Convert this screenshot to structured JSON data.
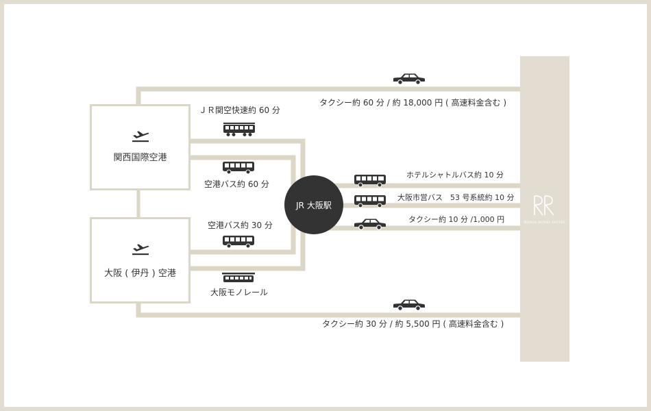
{
  "airports": {
    "kansai": {
      "name": "関西国際空港",
      "icon": "airplane-departure-icon"
    },
    "itami": {
      "name": "大阪 ( 伊丹 ) 空港",
      "icon": "airplane-departure-icon"
    }
  },
  "hub": {
    "name": "JR 大阪駅"
  },
  "hotel": {
    "logo_text": "RIHGA ROYAL HOTEL",
    "logo_mark": "RR-monogram-logo"
  },
  "routes": {
    "kansai_taxi": {
      "label": "タクシー約 60 分 / 約 18,000 円 ( 高速料金含む )",
      "icon": "taxi-icon"
    },
    "kansai_jr": {
      "label": "ＪＲ関空快速約 60 分",
      "icon": "train-icon"
    },
    "kansai_bus": {
      "label": "空港バス約 60 分",
      "icon": "bus-icon"
    },
    "itami_bus": {
      "label": "空港バス約 30 分",
      "icon": "bus-icon"
    },
    "itami_monorail": {
      "label": "大阪モノレール",
      "icon": "monorail-icon"
    },
    "itami_taxi": {
      "label": "タクシー約 30 分 / 約 5,500 円 ( 高速料金含む )",
      "icon": "taxi-icon"
    },
    "station_shuttle": {
      "label": "ホテルシャトルバス約 10 分",
      "icon": "bus-icon"
    },
    "station_citybus": {
      "label": "大阪市営バス　53 号系統約 10 分",
      "icon": "bus-icon"
    },
    "station_taxi": {
      "label": "タクシー約 10 分 /1,000 円",
      "icon": "taxi-icon"
    }
  },
  "colors": {
    "line": "#dcd6c6",
    "hub": "#333333",
    "hotel": "#e2ddd0",
    "icon": "#333333"
  }
}
